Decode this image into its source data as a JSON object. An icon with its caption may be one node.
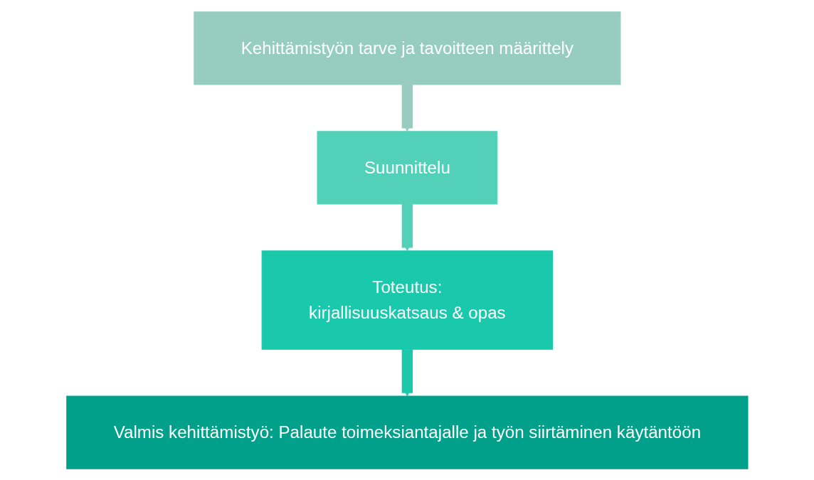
{
  "diagram": {
    "nodes": [
      {
        "text": [
          "Kehittämistyön tarve ja tavoitteen määrittely"
        ]
      },
      {
        "text": [
          "Suunnittelu"
        ]
      },
      {
        "text": [
          "Toteutus:",
          "kirjallisuuskatsaus & opas"
        ]
      },
      {
        "text": [
          "Valmis kehittämistyö: Palaute toimeksiantajalle ja työn siirtäminen käytäntöön"
        ]
      }
    ],
    "edges": [
      {
        "from": 0,
        "to": 1,
        "arrow": "to",
        "color": "#97cdc0"
      },
      {
        "from": 1,
        "to": 2,
        "arrow": "to",
        "color": "#53d0b8"
      },
      {
        "from": 2,
        "to": 3,
        "arrow": "to",
        "color": "#1ac8ab"
      }
    ]
  }
}
